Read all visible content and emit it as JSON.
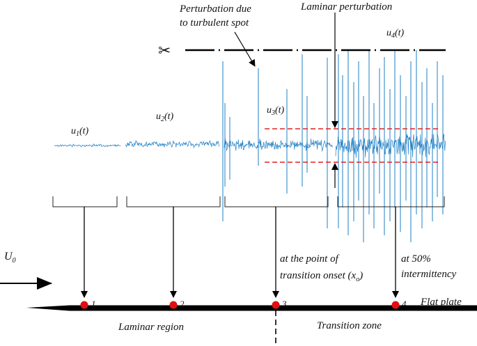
{
  "colors": {
    "signal": "#1f7fc4",
    "threshold": "#e02020",
    "marker": "#e01010",
    "ink": "#000000"
  },
  "annotations": {
    "turbulent_spot_line1": "Perturbation due",
    "turbulent_spot_line2": "to turbulent spot",
    "laminar_perturbation": "Laminar perturbation",
    "point_transition_line1": "at the point of",
    "point_transition_line2": "transition onset (",
    "point_transition_var": "x",
    "point_transition_sub": "o",
    "point_transition_close": ")",
    "intermittency_line1": "at 50%",
    "intermittency_line2": "intermittency"
  },
  "signals": [
    {
      "base": "u",
      "sub": "1",
      "suffix": "(t)"
    },
    {
      "base": "u",
      "sub": "2",
      "suffix": "(t)"
    },
    {
      "base": "u",
      "sub": "3",
      "suffix": "(t)"
    },
    {
      "base": "u",
      "sub": "4",
      "suffix": "(t)"
    }
  ],
  "freestream": {
    "base": "U",
    "sub": "0"
  },
  "stations": [
    "1",
    "2",
    "3",
    "4"
  ],
  "plate_label": "Flat plate",
  "regions": {
    "laminar": "Laminar region",
    "transition": "Transition zone"
  },
  "icons": {
    "scissors": "scissors-icon"
  }
}
